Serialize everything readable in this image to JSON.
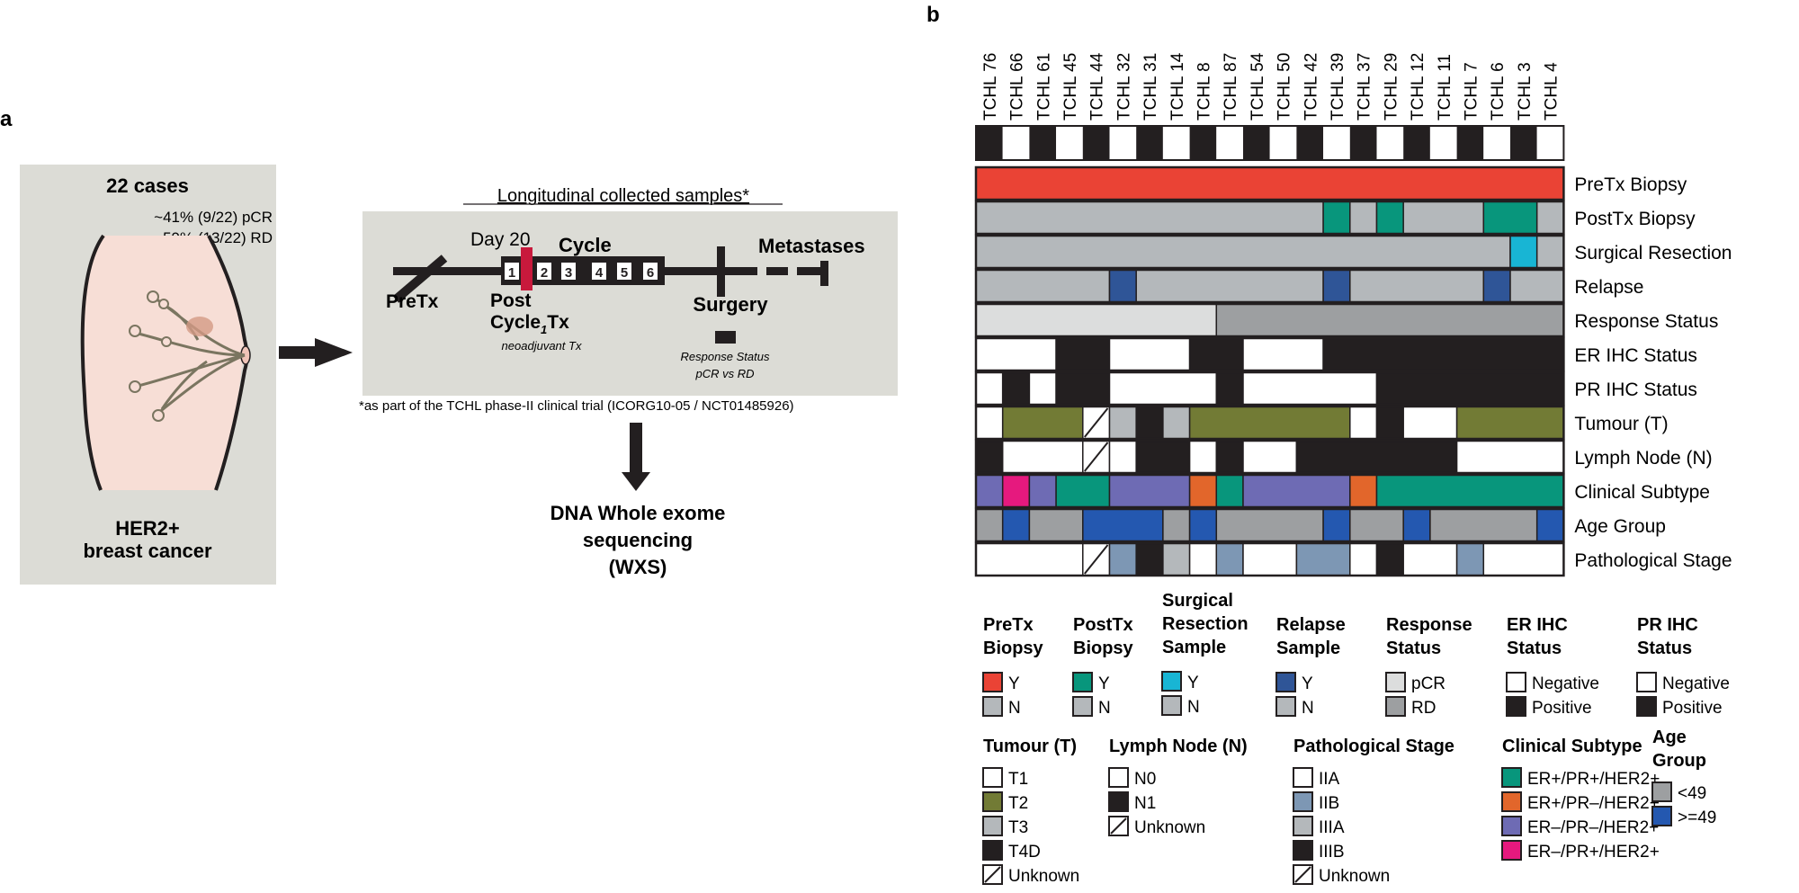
{
  "panel_a": {
    "label": "a",
    "cases": "22 cases",
    "pcr": "~41% (9/22) pCR",
    "rd": "~59% (13/22) RD",
    "cancer_line1": "HER2+",
    "cancer_line2": "breast cancer",
    "timeline_title": "Longitudinal collected samples*",
    "day": "Day 20",
    "cycle": "Cycle",
    "cycle_numbers": [
      "1",
      "2",
      "3",
      "4",
      "5",
      "6"
    ],
    "metastases": "Metastases",
    "pretx": "PreTx",
    "post": "Post",
    "cycle_tx_pre": "Cycle",
    "cycle_tx_sub": "1",
    "cycle_tx_post": "Tx",
    "neoadjuvant": "neoadjuvant Tx",
    "surgery": "Surgery",
    "response_line1": "Response Status",
    "response_line2": "pCR vs RD",
    "footnote": "*as part of the TCHL phase-II clinical trial (ICORG10-05 / NCT01485926)",
    "wxs_line1": "DNA Whole exome",
    "wxs_line2": "sequencing",
    "wxs_line3": "(WXS)"
  },
  "panel_b": {
    "label": "b",
    "samples": [
      "TCHL 76",
      "TCHL 66",
      "TCHL 61",
      "TCHL 45",
      "TCHL 44",
      "TCHL 32",
      "TCHL 31",
      "TCHL 14",
      "TCHL 8",
      "TCHL 87",
      "TCHL 54",
      "TCHL 50",
      "TCHL 42",
      "TCHL 39",
      "TCHL 37",
      "TCHL 29",
      "TCHL 12",
      "TCHL 11",
      "TCHL 7",
      "TCHL 6",
      "TCHL 3",
      "TCHL 4"
    ],
    "rows": [
      {
        "label": "PreTx Biopsy",
        "values": [
          "Y",
          "Y",
          "Y",
          "Y",
          "Y",
          "Y",
          "Y",
          "Y",
          "Y",
          "Y",
          "Y",
          "Y",
          "Y",
          "Y",
          "Y",
          "Y",
          "Y",
          "Y",
          "Y",
          "Y",
          "Y",
          "Y"
        ]
      },
      {
        "label": "PostTx Biopsy",
        "values": [
          "N",
          "N",
          "N",
          "N",
          "N",
          "N",
          "N",
          "N",
          "N",
          "N",
          "N",
          "N",
          "N",
          "Y",
          "N",
          "Y",
          "N",
          "N",
          "N",
          "Y",
          "Y",
          "N"
        ]
      },
      {
        "label": "Surgical Resection",
        "values": [
          "N",
          "N",
          "N",
          "N",
          "N",
          "N",
          "N",
          "N",
          "N",
          "N",
          "N",
          "N",
          "N",
          "N",
          "N",
          "N",
          "N",
          "N",
          "N",
          "N",
          "Y",
          "N"
        ]
      },
      {
        "label": "Relapse",
        "values": [
          "N",
          "N",
          "N",
          "N",
          "N",
          "Y",
          "N",
          "N",
          "N",
          "N",
          "N",
          "N",
          "N",
          "Y",
          "N",
          "N",
          "N",
          "N",
          "N",
          "Y",
          "N",
          "N"
        ]
      },
      {
        "label": "Response Status",
        "values": [
          "pCR",
          "pCR",
          "pCR",
          "pCR",
          "pCR",
          "pCR",
          "pCR",
          "pCR",
          "pCR",
          "RD",
          "RD",
          "RD",
          "RD",
          "RD",
          "RD",
          "RD",
          "RD",
          "RD",
          "RD",
          "RD",
          "RD",
          "RD"
        ]
      },
      {
        "label": "ER IHC Status",
        "values": [
          "Negative",
          "Negative",
          "Negative",
          "Positive",
          "Positive",
          "Negative",
          "Negative",
          "Negative",
          "Positive",
          "Positive",
          "Negative",
          "Negative",
          "Negative",
          "Positive",
          "Positive",
          "Positive",
          "Positive",
          "Positive",
          "Positive",
          "Positive",
          "Positive",
          "Positive"
        ]
      },
      {
        "label": "PR IHC Status",
        "values": [
          "Negative",
          "Positive",
          "Negative",
          "Positive",
          "Positive",
          "Negative",
          "Negative",
          "Negative",
          "Negative",
          "Positive",
          "Negative",
          "Negative",
          "Negative",
          "Negative",
          "Negative",
          "Positive",
          "Positive",
          "Positive",
          "Positive",
          "Positive",
          "Positive",
          "Positive"
        ]
      },
      {
        "label": "Tumour (T)",
        "values": [
          "T1",
          "T2",
          "T2",
          "T2",
          "Unknown",
          "T3",
          "T4D",
          "T3",
          "T2",
          "T2",
          "T2",
          "T2",
          "T2",
          "T2",
          "T1",
          "T4D",
          "T1",
          "T1",
          "T2",
          "T2",
          "T2",
          "T2"
        ]
      },
      {
        "label": "Lymph Node (N)",
        "values": [
          "N1",
          "N0",
          "N0",
          "N0",
          "Unknown",
          "N0",
          "N1",
          "N1",
          "N0",
          "N1",
          "N0",
          "N0",
          "N1",
          "N1",
          "N1",
          "N1",
          "N1",
          "N1",
          "N0",
          "N0",
          "N0",
          "N0"
        ]
      },
      {
        "label": "Clinical Subtype",
        "values": [
          "ER–/PR–/HER2+",
          "ER–/PR+/HER2+",
          "ER–/PR–/HER2+",
          "ER+/PR+/HER2+",
          "ER+/PR+/HER2+",
          "ER–/PR–/HER2+",
          "ER–/PR–/HER2+",
          "ER–/PR–/HER2+",
          "ER+/PR–/HER2+",
          "ER+/PR+/HER2+",
          "ER–/PR–/HER2+",
          "ER–/PR–/HER2+",
          "ER–/PR–/HER2+",
          "ER–/PR–/HER2+",
          "ER+/PR–/HER2+",
          "ER+/PR+/HER2+",
          "ER+/PR+/HER2+",
          "ER+/PR+/HER2+",
          "ER+/PR+/HER2+",
          "ER+/PR+/HER2+",
          "ER+/PR+/HER2+",
          "ER+/PR+/HER2+"
        ]
      },
      {
        "label": "Age Group",
        "values": [
          "<49",
          ">=49",
          "<49",
          "<49",
          ">=49",
          ">=49",
          ">=49",
          "<49",
          ">=49",
          "<49",
          "<49",
          "<49",
          "<49",
          ">=49",
          "<49",
          "<49",
          ">=49",
          "<49",
          "<49",
          "<49",
          "<49",
          ">=49"
        ]
      },
      {
        "label": "Pathological Stage",
        "values": [
          "IIA",
          "IIA",
          "IIA",
          "IIA",
          "Unknown",
          "IIB",
          "IIIB",
          "IIIA",
          "IIA",
          "IIB",
          "IIA",
          "IIA",
          "IIB",
          "IIB",
          "IIA",
          "IIIB",
          "IIA",
          "IIA",
          "IIB",
          "IIA",
          "IIA",
          "IIA"
        ]
      }
    ],
    "legends_top": [
      {
        "title": [
          "PreTx",
          "Biopsy"
        ],
        "items": [
          {
            "label": "Y",
            "color": "#ea4335"
          },
          {
            "label": "N",
            "color": "#b4b8bb"
          }
        ]
      },
      {
        "title": [
          "PostTx",
          "Biopsy"
        ],
        "items": [
          {
            "label": "Y",
            "color": "#08967c"
          },
          {
            "label": "N",
            "color": "#b4b8bb"
          }
        ]
      },
      {
        "title": [
          "Surgical",
          "Resection",
          "Sample"
        ],
        "items": [
          {
            "label": "Y",
            "color": "#18b5d4"
          },
          {
            "label": "N",
            "color": "#b4b8bb"
          }
        ]
      },
      {
        "title": [
          "Relapse",
          "Sample"
        ],
        "items": [
          {
            "label": "Y",
            "color": "#2f5597"
          },
          {
            "label": "N",
            "color": "#b4b8bb"
          }
        ]
      },
      {
        "title": [
          "Response",
          "Status"
        ],
        "items": [
          {
            "label": "pCR",
            "color": "#dcdddd"
          },
          {
            "label": "RD",
            "color": "#9d9fa1"
          }
        ]
      },
      {
        "title": [
          "ER IHC",
          "Status"
        ],
        "items": [
          {
            "label": "Negative",
            "color": "#ffffff"
          },
          {
            "label": "Positive",
            "color": "#231f20"
          }
        ]
      },
      {
        "title": [
          "PR IHC",
          "Status"
        ],
        "items": [
          {
            "label": "Negative",
            "color": "#ffffff"
          },
          {
            "label": "Positive",
            "color": "#231f20"
          }
        ]
      }
    ],
    "legends_bottom": [
      {
        "title": [
          "Tumour (T)"
        ],
        "items": [
          {
            "label": "T1",
            "color": "#ffffff"
          },
          {
            "label": "T2",
            "color": "#727b35"
          },
          {
            "label": "T3",
            "color": "#b4b8bb"
          },
          {
            "label": "T4D",
            "color": "#231f20"
          },
          {
            "label": "Unknown",
            "color": "unknown"
          }
        ]
      },
      {
        "title": [
          "Lymph Node (N)"
        ],
        "items": [
          {
            "label": "N0",
            "color": "#ffffff"
          },
          {
            "label": "N1",
            "color": "#231f20"
          },
          {
            "label": "Unknown",
            "color": "unknown"
          }
        ]
      },
      {
        "title": [
          "Pathological Stage"
        ],
        "items": [
          {
            "label": "IIA",
            "color": "#ffffff"
          },
          {
            "label": "IIB",
            "color": "#7d97b4"
          },
          {
            "label": "IIIA",
            "color": "#b4b8bb"
          },
          {
            "label": "IIIB",
            "color": "#231f20"
          },
          {
            "label": "Unknown",
            "color": "unknown"
          }
        ]
      },
      {
        "title": [
          "Clinical Subtype"
        ],
        "items": [
          {
            "label": "ER+/PR+/HER2+",
            "color": "#08967c"
          },
          {
            "label": "ER+/PR–/HER2+",
            "color": "#e2662b"
          },
          {
            "label": "ER–/PR–/HER2+",
            "color": "#6e6bb4"
          },
          {
            "label": "ER–/PR+/HER2+",
            "color": "#e6197e"
          }
        ]
      },
      {
        "title": [
          "Age",
          "Group"
        ],
        "items": [
          {
            "label": "<49",
            "color": "#9d9fa1"
          },
          {
            "label": ">=49",
            "color": "#2458b0"
          }
        ]
      }
    ]
  },
  "colors": {
    "panel_bg": "#dcdcd6",
    "crimson": "#c8193c",
    "dark": "#231f20"
  }
}
